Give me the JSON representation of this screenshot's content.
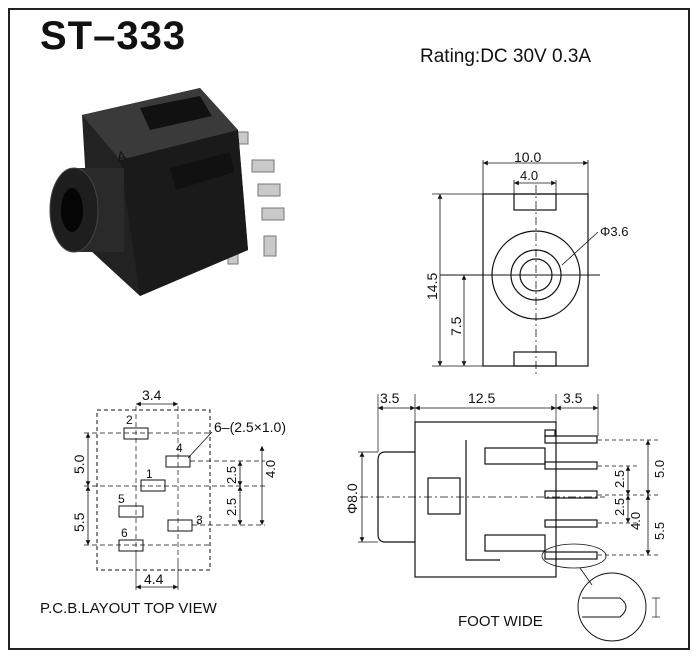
{
  "header": {
    "title": "ST–333",
    "rating": "Rating:DC 30V 0.3A"
  },
  "product_photo": {
    "description_icon": "audio-jack-photo",
    "body_marking": "A"
  },
  "top_view": {
    "width_label": "10.0",
    "slot_label": "4.0",
    "hole_label": "Φ3.6",
    "height_label": "14.5",
    "center_label": "7.5"
  },
  "pcb_layout": {
    "caption": "P.C.B.LAYOUT TOP VIEW",
    "top_dim": "3.4",
    "bottom_dim": "4.4",
    "left_upper_dim": "5.0",
    "left_lower_dim": "5.5",
    "right_dim_a": "2.5",
    "right_dim_b": "4.0",
    "right_dim_c": "2.5",
    "pad_note": "6–(2.5×1.0)",
    "pins": [
      "1",
      "2",
      "3",
      "4",
      "5",
      "6"
    ]
  },
  "side_view": {
    "caption": "FOOT WIDE",
    "dim_left": "3.5",
    "dim_mid": "12.5",
    "dim_right": "3.5",
    "diameter": "Φ8.0",
    "right_dims": [
      "5.0",
      "2.5",
      "2.5",
      "4.0",
      "5.5"
    ]
  }
}
